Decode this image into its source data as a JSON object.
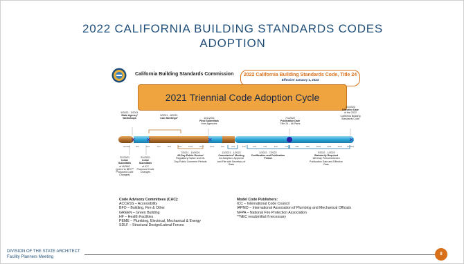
{
  "slide": {
    "title_line1": "2022 CALIFORNIA BUILDING STANDARDS CODES",
    "title_line2": "ADOPTION",
    "commission": "California Building Standards Commission",
    "code_title": "2022 California Building Standards Code, Title 24",
    "code_effective": "Effective January 1, 2023",
    "cycle_title": "2021 Triennial Code Adoption Cycle",
    "page_number": "8"
  },
  "timeline": {
    "above": [
      {
        "date": "9/2020 - 3/2021",
        "title": "State Agency¹ Workshops",
        "body": ""
      },
      {
        "date": "5/2021 - 8/2021",
        "title": "CAC Meetings²",
        "body": ""
      },
      {
        "date": "11/1/2021",
        "title": "Final Submittals",
        "body": "from Agencies"
      },
      {
        "date": "7/1/2022",
        "title": "Publication Date",
        "body": "Title 24 – All Parts"
      },
      {
        "date": "1/1/2023",
        "title": "Effective Date",
        "body": "of the 2022 California Building Standards Code"
      }
    ],
    "below": [
      {
        "date": "2/1/2021",
        "title": "Initial Submittals",
        "body": "of IAPMO (green to NEC³³ Proposed Code Changes)"
      },
      {
        "date": "3/1/2021",
        "title": "Initial Submittals",
        "body": "of ICC Proposed Code Changes"
      },
      {
        "date": "7/2021 - 10/2021",
        "title": "45-Day Public Review³",
        "body": "Regulatory Notice and 45-Day Public Comment Periods"
      },
      {
        "date": "12/2021 - 1/2022",
        "title": "Commission² Meeting",
        "body": "for Adoption, Approval and File with Secretary of State"
      },
      {
        "date": "2/2022 - 7/2022",
        "title": "Codification and Publication Period",
        "body": ""
      },
      {
        "date": "7/2022 - 1/2023",
        "title": "Statutorily Required",
        "body": "180-Day Period between Publication Date and Effective Date"
      }
    ],
    "bar_ticks": [
      "4/1/2021",
      "5/21",
      "6/21",
      "7/21",
      "8/21",
      "9/21",
      "10/21",
      "11/21",
      "12/21",
      "1/22",
      "2/22",
      "3/22",
      "4/22",
      "5/22",
      "6/22",
      "7/22",
      "8/22",
      "9/22",
      "10/22",
      "11/22",
      "12/22",
      "1/1/2023"
    ]
  },
  "cac": {
    "header": "Code Advisory Committees (CAC):",
    "items": [
      "ACCESS – Accessibility",
      "BFO – Building, Fire & Other",
      "GREEN – Green Building",
      "HF – Health Facilities",
      "PEME – Plumbing, Electrical, Mechanical & Energy",
      "SDLF – Structural Design/Lateral Forces"
    ]
  },
  "publishers": {
    "header": "Model Code Publishers:",
    "items": [
      "ICC – International Code Council",
      "IAPMO – International Association of Plumbing and Mechanical Officials",
      "NFPA – National Fire Protection Association",
      "**NEC resubmittal if necessary"
    ]
  },
  "footer": {
    "line1": "DIVISION OF THE STATE ARCHITECT",
    "line2": "Facility Planners Meeting"
  },
  "colors": {
    "title": "#1f4e79",
    "orange": "#d8701a",
    "cycle_fill": "#f0a440",
    "bar_blue": "#2aa7d8",
    "bar_brown": "#b5702a"
  }
}
